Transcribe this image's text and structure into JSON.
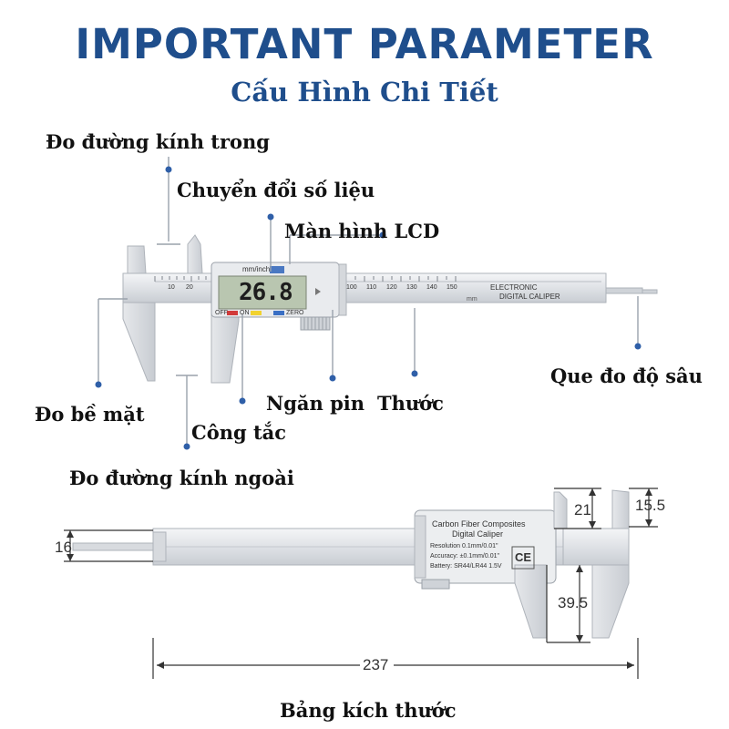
{
  "header": {
    "title": "IMPORTANT PARAMETER",
    "subtitle": "Cấu Hình Chi Tiết"
  },
  "callouts": {
    "inner_diameter": "Đo đường kính trong",
    "unit_convert": "Chuyển đổi số liệu",
    "lcd_screen": "Màn hình LCD",
    "depth_rod": "Que đo độ sâu",
    "surface": "Đo bề mặt",
    "battery": "Ngăn pin",
    "ruler": "Thước",
    "switch": "Công tắc",
    "outer_diameter": "Đo đường kính ngoài"
  },
  "caliper_top": {
    "unit_button": "mm/inch",
    "display_value": "26.8",
    "off_label": "OFF",
    "on_label": "ON",
    "zero_label": "ZERO",
    "brand_line1": "ELECTRONIC",
    "brand_line2": "DIGITAL CALIPER",
    "scale_left": [
      "10",
      "20"
    ],
    "scale_right": [
      "100",
      "110",
      "120",
      "130",
      "140",
      "150"
    ],
    "unit_mm": "mm"
  },
  "caliper_bottom": {
    "label_line1": "Carbon Fiber Composites",
    "label_line2": "Digital Caliper",
    "spec_resolution": "Resolution 0.1mm/0.01\"",
    "spec_accuracy": "Accuracy: ±0.1mm/0.01\"",
    "spec_battery": "Battery: SR44/LR44 1.5V",
    "ce_mark": "CE"
  },
  "dimensions": {
    "thickness": "16",
    "jaw_upper": "21",
    "jaw_tip": "15.5",
    "jaw_lower": "39.5",
    "total_length": "237"
  },
  "footer": {
    "caption": "Bảng kích thước"
  },
  "colors": {
    "title": "#1f4e8c",
    "leader": "#9aa2ac",
    "dot": "#2f5fa8",
    "lcd": "#b9c6b0"
  }
}
